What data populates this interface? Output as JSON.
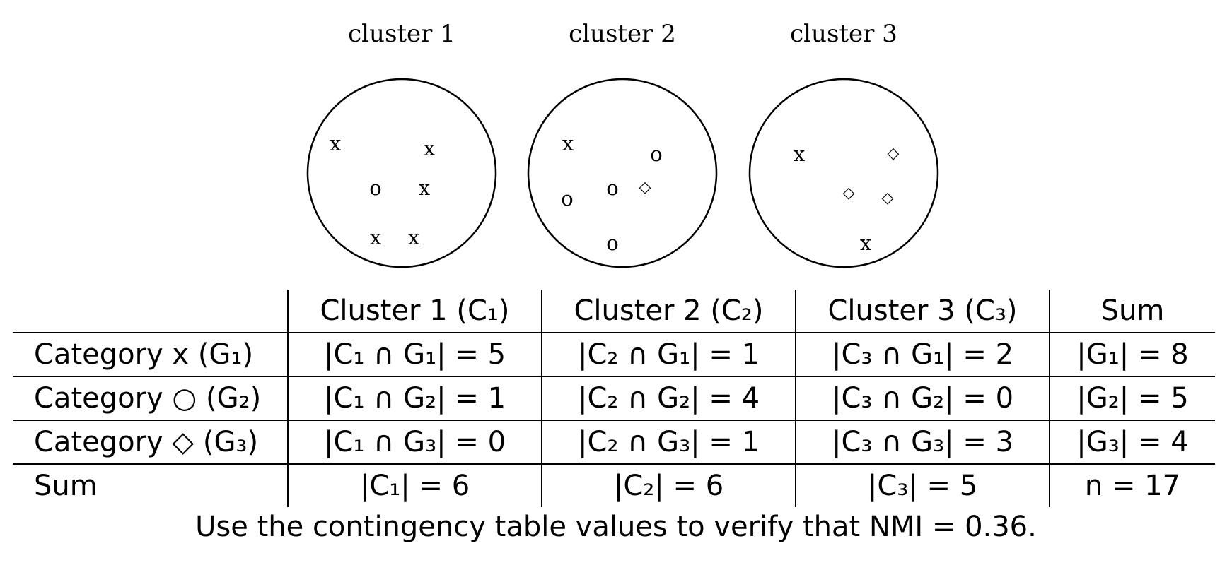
{
  "clusters": [
    {
      "title": "cluster 1",
      "points": [
        {
          "symbol": "x"
        },
        {
          "symbol": "x"
        },
        {
          "symbol": "o"
        },
        {
          "symbol": "x"
        },
        {
          "symbol": "x"
        },
        {
          "symbol": "x"
        }
      ]
    },
    {
      "title": "cluster 2",
      "points": [
        {
          "symbol": "x"
        },
        {
          "symbol": "o"
        },
        {
          "symbol": "o"
        },
        {
          "symbol": "◇"
        },
        {
          "symbol": "o"
        },
        {
          "symbol": "o"
        }
      ]
    },
    {
      "title": "cluster 3",
      "points": [
        {
          "symbol": "x"
        },
        {
          "symbol": "◇"
        },
        {
          "symbol": "◇"
        },
        {
          "symbol": "◇"
        },
        {
          "symbol": "x"
        }
      ]
    }
  ],
  "table": {
    "headers": [
      "Cluster 1 (C₁)",
      "Cluster 2 (C₂)",
      "Cluster 3 (C₃)",
      "Sum"
    ],
    "rows": [
      {
        "label": "Category x (G₁)",
        "cells": [
          "|C₁ ∩ G₁| = 5",
          "|C₂ ∩ G₁| = 1",
          "|C₃ ∩ G₁| = 2",
          "|G₁| = 8"
        ]
      },
      {
        "label": "Category ○ (G₂)",
        "cells": [
          "|C₁ ∩ G₂| = 1",
          "|C₂ ∩ G₂| = 4",
          "|C₃ ∩ G₂| = 0",
          "|G₂| = 5"
        ]
      },
      {
        "label": "Category ◇ (G₃)",
        "cells": [
          "|C₁ ∩ G₃| = 0",
          "|C₂ ∩ G₃| = 1",
          "|C₃ ∩ G₃| = 3",
          "|G₃| = 4"
        ]
      },
      {
        "label": "Sum",
        "cells": [
          "|C₁| = 6",
          "|C₂| = 6",
          "|C₃| = 5",
          "n = 17"
        ]
      }
    ]
  },
  "note": "Use the contingency table values to verify that NMI = 0.36."
}
